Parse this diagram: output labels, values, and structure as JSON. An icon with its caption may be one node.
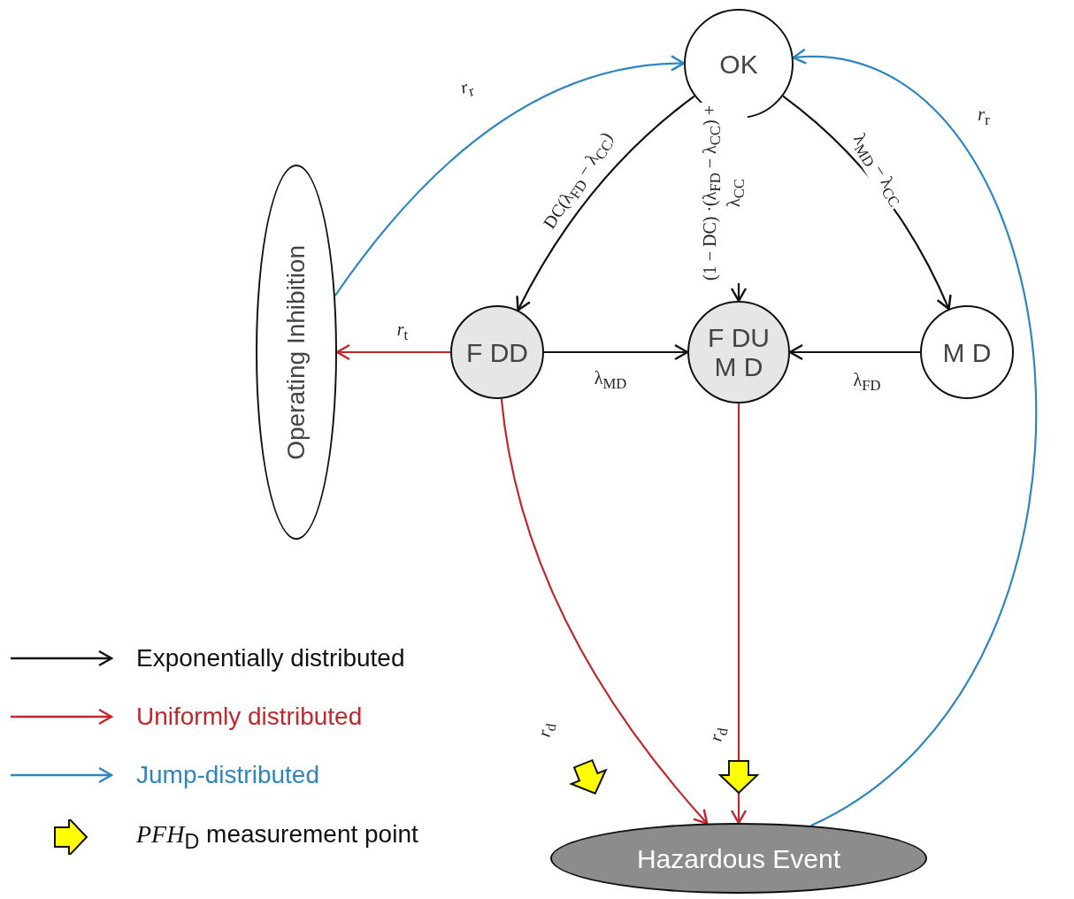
{
  "diagram": {
    "nodes": [
      {
        "text": [
          "OK"
        ]
      },
      {
        "text": [
          "Operating Inhibition"
        ]
      },
      {
        "text": [
          "F DD"
        ]
      },
      {
        "text": [
          "F DU M D"
        ]
      },
      {
        "text": [
          "M D"
        ]
      },
      {
        "text": [
          "Hazardous Event"
        ]
      }
    ],
    "edges": [
      {
        "from": 1,
        "to": 0,
        "arrow": "to",
        "label": "*r*$_{r}$",
        "color": "#2e86c1"
      },
      {
        "from": 5,
        "to": 0,
        "arrow": "to",
        "label": "*r*$_{r}$",
        "color": "#2e86c1"
      },
      {
        "from": 0,
        "to": 2,
        "arrow": "to",
        "label": "DC(λ$_{FD}$ − λ$_{CC}$)"
      },
      {
        "from": 0,
        "to": 3,
        "arrow": "to",
        "label": "(1 − DC) ·(λ$_{FD}$ − λ$_{CC}$) + λ$_{CC}$"
      },
      {
        "from": 0,
        "to": 4,
        "arrow": "to",
        "label": "λ$_{MD}$ − λ$_{CC}$"
      },
      {
        "from": 2,
        "to": 1,
        "arrow": "to",
        "label": "*r*$_{t}$",
        "color": "#c0282d"
      },
      {
        "from": 2,
        "to": 3,
        "arrow": "to",
        "label": "λ$_{MD}$"
      },
      {
        "from": 4,
        "to": 3,
        "arrow": "to",
        "label": "λ$_{FD}$"
      },
      {
        "from": 2,
        "to": 5,
        "arrow": "to",
        "label": "*r*$_{d}$",
        "color": "#c0282d"
      },
      {
        "from": 3,
        "to": 5,
        "arrow": "to",
        "label": "*r*$_{d}$",
        "color": "#c0282d"
      }
    ],
    "legend": [
      {
        "text": "Exponentially distributed"
      },
      {
        "text": "Uniformly distributed"
      },
      {
        "text": "Jump-distributed"
      },
      {
        "text": "*PFH*$_{D}$ measurement point"
      }
    ]
  }
}
